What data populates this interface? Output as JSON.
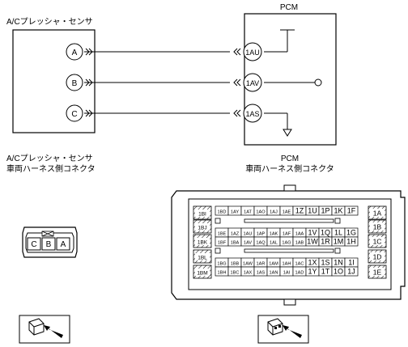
{
  "sensor": {
    "title": "A/Cプレッシャ・センサ",
    "pins": [
      "A",
      "B",
      "C"
    ],
    "connector_title_1": "A/Cプレッシャ・センサ",
    "connector_title_2": "車両ハーネス側コネクタ",
    "connector_pins": [
      "C",
      "B",
      "A"
    ]
  },
  "pcm": {
    "title": "PCM",
    "pins": [
      "1AU",
      "1AV",
      "1AS"
    ],
    "connector_title_1": "PCM",
    "connector_title_2": "車両ハーネス側コネクタ",
    "left_side_labels": [
      "1BI",
      "1BJ",
      "1BK",
      "1BL",
      "1BM"
    ],
    "right_side_labels": [
      "1A",
      "1B",
      "1C",
      "1D",
      "1E"
    ],
    "grid": [
      [
        "1BD",
        "1AY",
        "1AT",
        "1AO",
        "1AJ",
        "1AE",
        "1Z",
        "1U",
        "1P",
        "1K",
        "1F"
      ],
      [
        "1BE",
        "1AZ",
        "1AU",
        "1AP",
        "1AK",
        "1AF",
        "1AA",
        "1V",
        "1Q",
        "1L",
        "1G"
      ],
      [
        "1BF",
        "1BA",
        "1AV",
        "1AQ",
        "1AL",
        "1AG",
        "1AB",
        "1W",
        "1R",
        "1M",
        "1H"
      ],
      [
        "1BG",
        "1BB",
        "1AW",
        "1AR",
        "1AM",
        "1AH",
        "1AC",
        "1X",
        "1S",
        "1N",
        "1I"
      ],
      [
        "1BH",
        "1BC",
        "1AX",
        "1AS",
        "1AN",
        "1AI",
        "1AD",
        "1Y",
        "1T",
        "1O",
        "1J"
      ]
    ]
  },
  "icons": [
    "connector-view-icon",
    "connector-view-icon"
  ]
}
